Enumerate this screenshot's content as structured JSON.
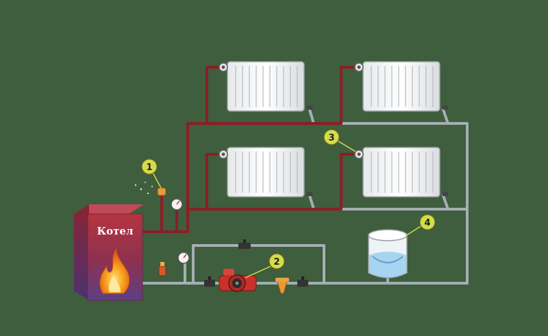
{
  "boiler": {
    "label": "Котел"
  },
  "markers": [
    {
      "number": "1",
      "part": "safety-group-air-vent"
    },
    {
      "number": "2",
      "part": "circulation-pump"
    },
    {
      "number": "3",
      "part": "radiator-valve"
    },
    {
      "number": "4",
      "part": "expansion-tank"
    }
  ],
  "colors": {
    "background": "#3e5e3d",
    "supply_pipe": "#8b1e24",
    "return_pipe": "#a5aeb4",
    "boiler": "#9c2f3b",
    "marker_fill": "#d4dc4a",
    "flame": "#f6a21c",
    "tank_water": "#9fd0ee",
    "pump": "#c8322a"
  }
}
